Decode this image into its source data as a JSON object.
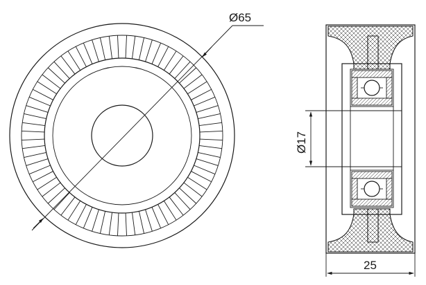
{
  "dimensions": {
    "outer_diameter": "Ø65",
    "bore_diameter": "Ø17",
    "width": "25"
  },
  "colors": {
    "line": "#1a1a1a",
    "hatch": "#1a1a1a",
    "background": "#ffffff"
  }
}
